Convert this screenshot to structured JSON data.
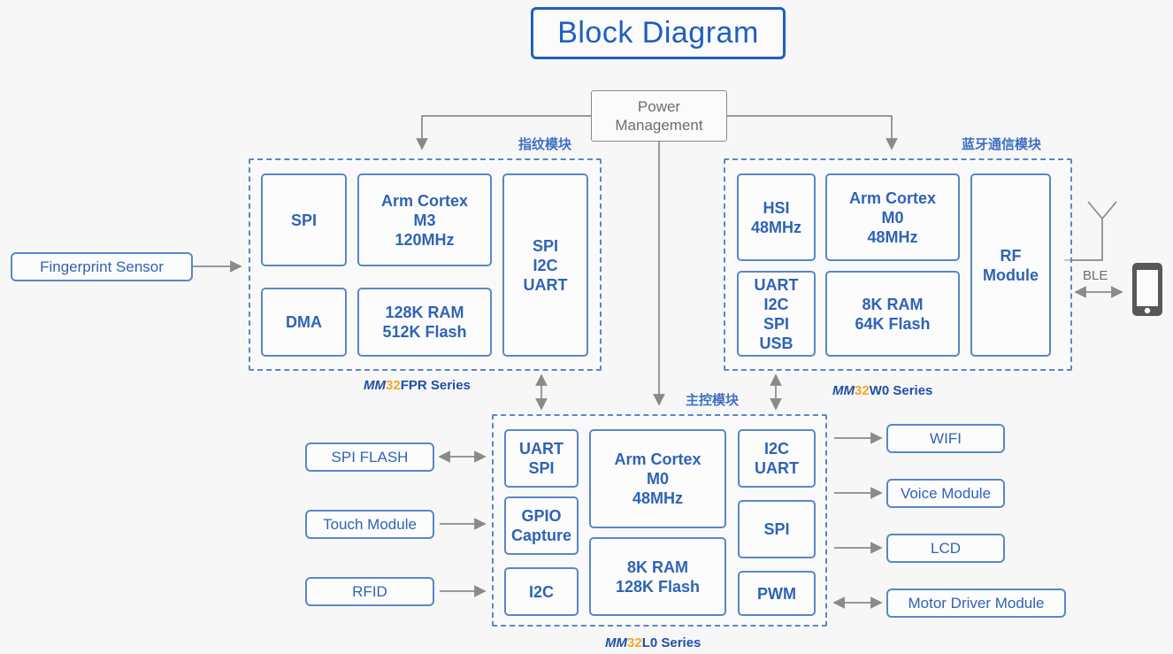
{
  "title": {
    "text": "Block Diagram"
  },
  "power": {
    "line1": "Power",
    "line2": "Management"
  },
  "fingerprint_sensor": {
    "label": "Fingerprint Sensor"
  },
  "ble": {
    "label": "BLE"
  },
  "modules": {
    "fpr": {
      "cn_label": "指纹模块",
      "series": {
        "mm": "MM",
        "num": "32",
        "rest": "FPR Series"
      },
      "blocks": [
        {
          "name": "spi",
          "text": "SPI"
        },
        {
          "name": "core",
          "text": "Arm Cortex\nM3\n120MHz"
        },
        {
          "name": "interfaces",
          "text": "SPI\nI2C\nUART"
        },
        {
          "name": "dma",
          "text": "DMA"
        },
        {
          "name": "memory",
          "text": "128K RAM\n512K Flash"
        }
      ]
    },
    "w0": {
      "cn_label": "蓝牙通信模块",
      "series": {
        "mm": "MM",
        "num": "32",
        "rest": "W0 Series"
      },
      "blocks": [
        {
          "name": "hsi",
          "text": "HSI\n48MHz"
        },
        {
          "name": "core",
          "text": "Arm Cortex\nM0\n48MHz"
        },
        {
          "name": "rf",
          "text": "RF\nModule"
        },
        {
          "name": "interfaces",
          "text": "UART\nI2C\nSPI\nUSB"
        },
        {
          "name": "memory",
          "text": "8K RAM\n64K Flash"
        }
      ]
    },
    "l0": {
      "cn_label": "主控模块",
      "series": {
        "mm": "MM",
        "num": "32",
        "rest": "L0 Series"
      },
      "blocks": [
        {
          "name": "uart-spi",
          "text": "UART\nSPI"
        },
        {
          "name": "gpio-capture",
          "text": "GPIO\nCapture"
        },
        {
          "name": "i2c",
          "text": "I2C"
        },
        {
          "name": "core",
          "text": "Arm Cortex\nM0\n48MHz"
        },
        {
          "name": "memory",
          "text": "8K RAM\n128K Flash"
        },
        {
          "name": "i2c-uart",
          "text": "I2C\nUART"
        },
        {
          "name": "spi",
          "text": "SPI"
        },
        {
          "name": "pwm",
          "text": "PWM"
        }
      ]
    }
  },
  "peripherals_left": [
    {
      "name": "spi-flash",
      "label": "SPI FLASH"
    },
    {
      "name": "touch-module",
      "label": "Touch Module"
    },
    {
      "name": "rfid",
      "label": "RFID"
    }
  ],
  "peripherals_right": [
    {
      "name": "wifi",
      "label": "WIFI"
    },
    {
      "name": "voice-module",
      "label": "Voice Module"
    },
    {
      "name": "lcd",
      "label": "LCD"
    },
    {
      "name": "motor-driver-module",
      "label": "Motor Driver Module"
    }
  ],
  "colors": {
    "background": "#f7f7f7",
    "accent_blue": "#2f63b5",
    "border_blue": "#5b86c8",
    "title_blue": "#1f5fbf",
    "orange": "#f5a623",
    "gray_line": "#8a8a8a",
    "gray_text": "#6d6d6d",
    "phone_dark": "#58585a"
  }
}
